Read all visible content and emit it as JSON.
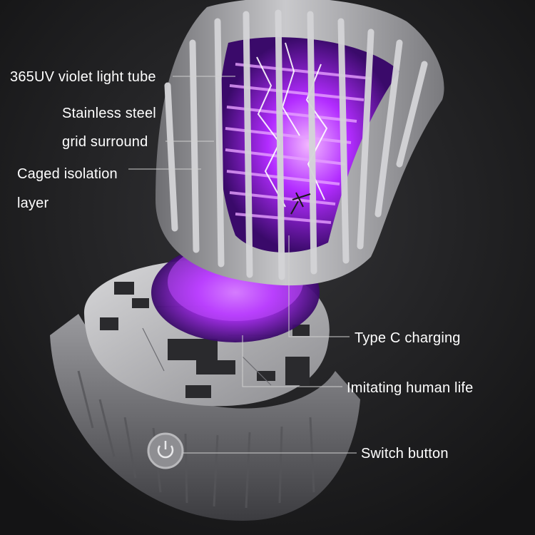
{
  "labels": {
    "uv_tube": "365UV violet light tube",
    "steel_grid_line1": "Stainless steel",
    "steel_grid_line2": "grid surround",
    "caged_isolation_line1": "Caged isolation",
    "caged_isolation_line2": "layer",
    "type_c": "Type C charging",
    "human_life": "Imitating human life",
    "switch_button": "Switch button"
  },
  "colors": {
    "background": "#1c1c1e",
    "uv_glow": "#b030ff",
    "shell": "#bdbdbd",
    "text": "#ffffff"
  },
  "icons": {
    "switch": "power-icon"
  }
}
